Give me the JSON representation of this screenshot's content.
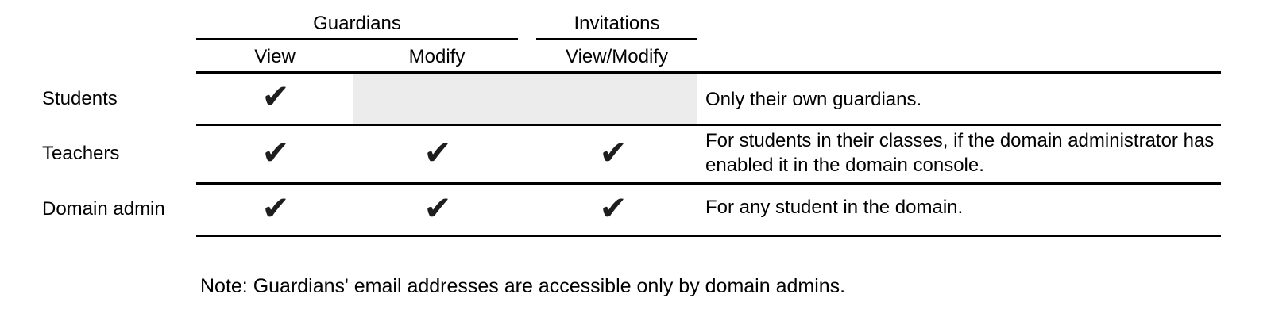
{
  "colors": {
    "background": "#ffffff",
    "text": "#000000",
    "rule": "#000000",
    "check": "#1e1e1e",
    "disabled_cell_bg": "#ececec"
  },
  "icons": {
    "check": "✔"
  },
  "table": {
    "groups": [
      {
        "label": "Guardians",
        "columns": [
          "View",
          "Modify"
        ]
      },
      {
        "label": "Invitations",
        "columns": [
          "View/Modify"
        ]
      }
    ],
    "columns": [
      "View",
      "Modify",
      "View/Modify"
    ],
    "rows": [
      {
        "label": "Students",
        "view": true,
        "modify": false,
        "view_modify": false,
        "note": "Only their own guardians."
      },
      {
        "label": "Teachers",
        "view": true,
        "modify": true,
        "view_modify": true,
        "note": "For students in their classes, if the domain administrator has enabled it in the domain console."
      },
      {
        "label": "Domain admin",
        "view": true,
        "modify": true,
        "view_modify": true,
        "note": "For any student in the domain."
      }
    ]
  },
  "footnote": "Note: Guardians' email addresses are accessible only by domain admins."
}
